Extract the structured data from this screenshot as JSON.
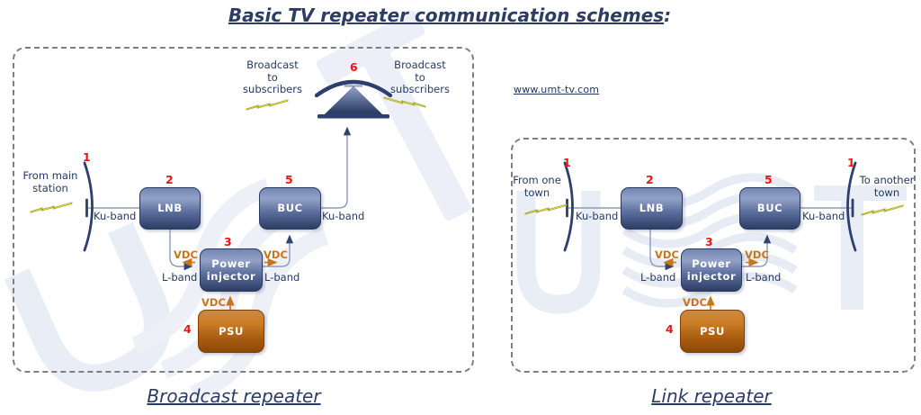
{
  "title": {
    "text": "Basic TV repeater communication schemes",
    "suffix": ":"
  },
  "website": "www.umt-tv.com",
  "colors": {
    "navy_text": "#243a66",
    "red_number": "#ee1414",
    "orange_vdc": "#c9751e",
    "line_slate": "#8b9ac2",
    "dish_navy": "#2d3f6e",
    "box_blue_top": "#93a2c6",
    "box_blue_bottom": "#2c3d65",
    "box_orange_top": "#cc7d25",
    "box_orange_bottom": "#8d4908",
    "lightning_yellow": "#f5f54b",
    "watermark_blue": "#e9edf6",
    "dashed_border": "#7f7f7f"
  },
  "broadcast": {
    "caption": "Broadcast repeater",
    "numbers": {
      "dish": "1",
      "lnb": "2",
      "injector": "3",
      "psu": "4",
      "buc": "5",
      "antenna": "6"
    },
    "boxes": {
      "lnb": "LNB",
      "buc": "BUC",
      "psu": "PSU",
      "injector": [
        "Power",
        "injector"
      ]
    },
    "labels": {
      "from": [
        "From main",
        "station"
      ],
      "broadcast_left": [
        "Broadcast",
        "to",
        "subscribers"
      ],
      "broadcast_right": [
        "Broadcast",
        "to",
        "subscribers"
      ],
      "ku_dish": "Ku-band",
      "ku_buc": "Ku-band",
      "l_left": "L-band",
      "l_right": "L-band",
      "vdc_left": "VDC",
      "vdc_right": "VDC",
      "vdc_psu": "VDC"
    }
  },
  "link": {
    "caption": "Link repeater",
    "numbers": {
      "dish_left": "1",
      "lnb": "2",
      "injector": "3",
      "psu": "4",
      "buc": "5",
      "dish_right": "1"
    },
    "boxes": {
      "lnb": "LNB",
      "buc": "BUC",
      "psu": "PSU",
      "injector": [
        "Power",
        "injector"
      ]
    },
    "labels": {
      "from": [
        "From one",
        "town"
      ],
      "to": [
        "To another",
        "town"
      ],
      "ku_left": "Ku-band",
      "ku_right": "Ku-band",
      "l_left": "L-band",
      "l_right": "L-band",
      "vdc_left": "VDC",
      "vdc_right": "VDC",
      "vdc_psu": "VDC"
    }
  }
}
